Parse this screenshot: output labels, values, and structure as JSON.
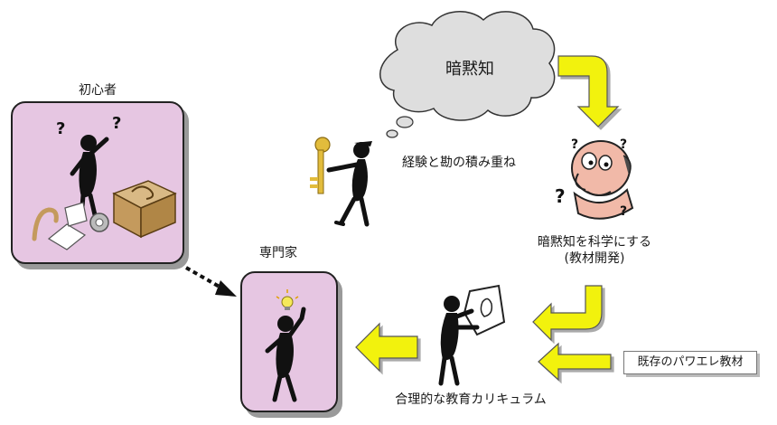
{
  "diagram": {
    "novice_label": "初心者",
    "expert_label": "専門家",
    "cloud_label": "暗黙知",
    "experience_label": "経験と勘の積み重ね",
    "science_label_line1": "暗黙知を科学にする",
    "science_label_line2": "(教材開発)",
    "curriculum_label": "合理的な教育カリキュラム",
    "existing_material_label": "既存のパワエレ教材"
  },
  "colors": {
    "box_fill": "#e6c6e2",
    "arrow_yellow": "#f2f20a",
    "cloud_fill": "#dedede",
    "key_gold": "#e2bc3c"
  }
}
